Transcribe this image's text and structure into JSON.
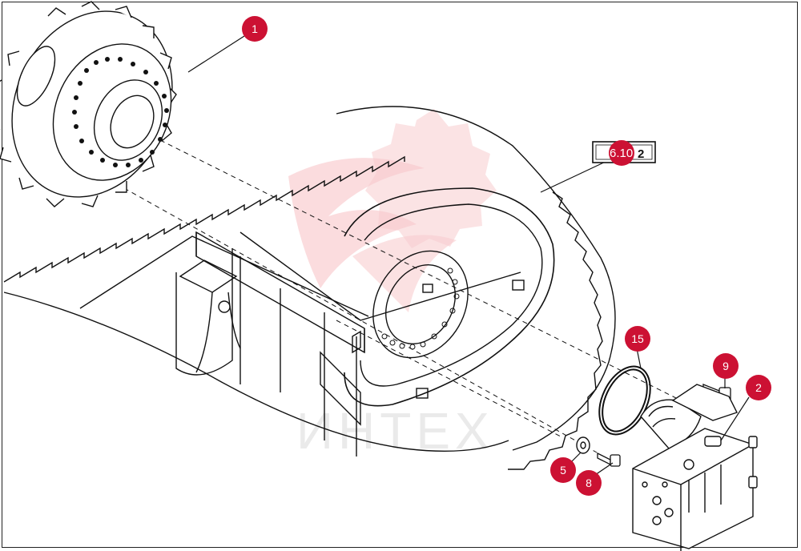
{
  "diagram": {
    "callouts": [
      {
        "id": "callout-1",
        "label": "1"
      },
      {
        "id": "callout-2",
        "label": "2"
      },
      {
        "id": "callout-5",
        "label": "5"
      },
      {
        "id": "callout-8",
        "label": "8"
      },
      {
        "id": "callout-9",
        "label": "9"
      },
      {
        "id": "callout-15",
        "label": "15"
      }
    ],
    "reference_tag": {
      "prefix": "6.10",
      "suffix": "2"
    },
    "watermark": {
      "text": "ИНТЕХ",
      "color": "#f2a3a8"
    },
    "colors": {
      "callout_fill": "#cc1133",
      "line": "#111111"
    }
  }
}
